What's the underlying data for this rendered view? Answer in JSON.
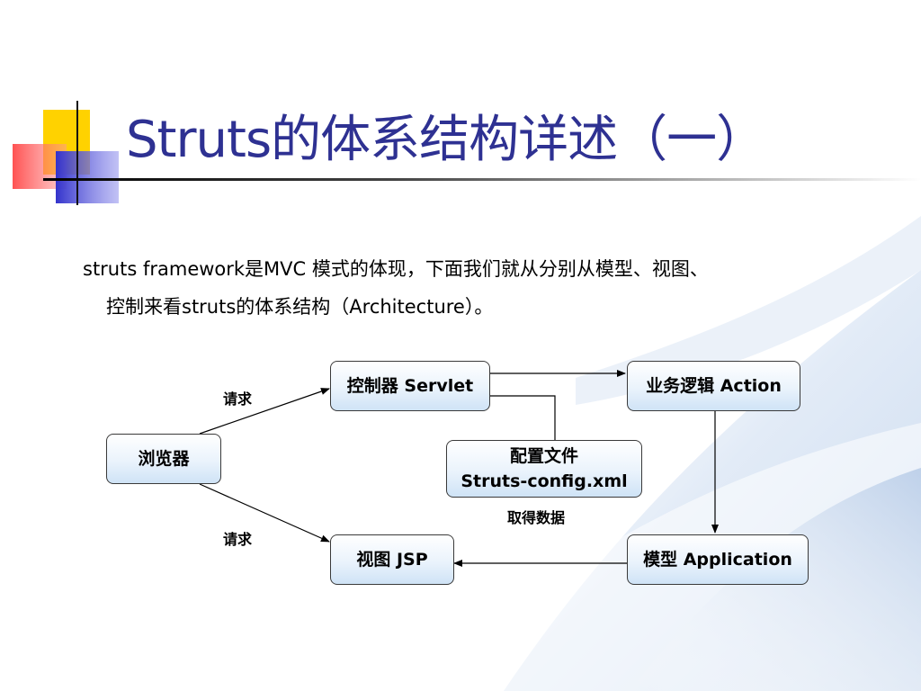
{
  "slide": {
    "title": "Struts的体系结构详述（一）",
    "body_line1": "struts framework是MVC 模式的体现，下面我们就从分别从模型、视图、",
    "body_line2": "控制来看struts的体系结构（Architecture）。"
  },
  "diagram": {
    "nodes": {
      "browser": "浏览器",
      "controller": "控制器 Servlet",
      "action": "业务逻辑 Action",
      "config_line1": "配置文件",
      "config_line2": "Struts-config.xml",
      "view": "视图 JSP",
      "model": "模型 Application"
    },
    "labels": {
      "request_top": "请求",
      "request_bottom": "请求",
      "fetch_data": "取得数据"
    }
  },
  "colors": {
    "title": "#2e3192",
    "deco_yellow": "#ffd200",
    "deco_blue": "#3333cc",
    "deco_red": "#ff3333"
  }
}
